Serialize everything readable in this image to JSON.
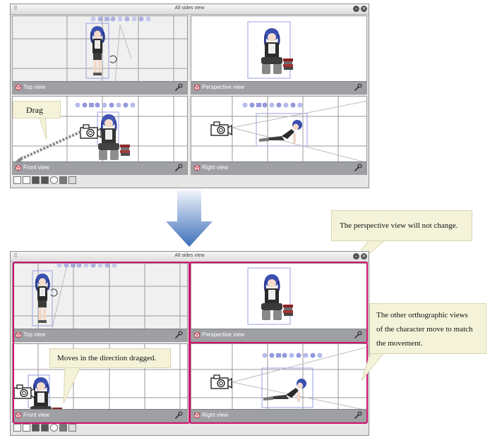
{
  "window_title": "All sides view",
  "views": {
    "top": "Top view",
    "perspective": "Perspective view",
    "front": "Front view",
    "right": "Right view"
  },
  "callouts": {
    "drag": "Drag",
    "perspective_note": "The perspective view will not change.",
    "direction_note": "Moves in the direction dragged.",
    "ortho_note_1": "The other orthographic views",
    "ortho_note_2": "of the character move to match",
    "ortho_note_3": "the movement."
  },
  "colors": {
    "highlight": "#d0106d",
    "arrow": "#5a86c4",
    "view_bar": "#9ea0a3",
    "callout_bg": "#f4f3d9"
  },
  "icons": {
    "window_buttons": [
      "minimize-icon",
      "close-icon"
    ],
    "toolbar": [
      "grid-icon",
      "move-icon",
      "camera-front-icon",
      "camera-side-icon",
      "rotate-icon",
      "camera-icon",
      "pan-icon"
    ]
  }
}
